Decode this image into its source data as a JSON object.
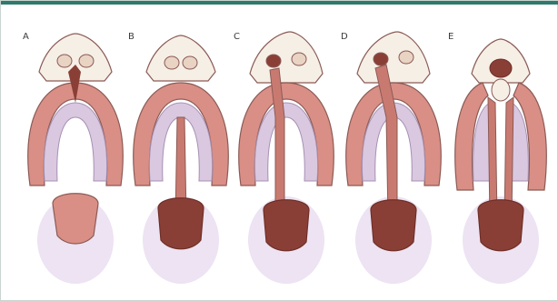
{
  "panels": [
    {
      "label": "A"
    },
    {
      "label": "B"
    },
    {
      "label": "C"
    },
    {
      "label": "D"
    },
    {
      "label": "E"
    }
  ],
  "colors": {
    "frame_bar": "#2f7a6b",
    "lip_outline": "#8b5a55",
    "lip_fill": "#d98f86",
    "palate_fill": "#d9c8e0",
    "inner_fill": "#ece2f0",
    "skin_fill": "#f6efe6",
    "uvula_fill": "#8a3f36",
    "shadow": "#e7dbef"
  }
}
